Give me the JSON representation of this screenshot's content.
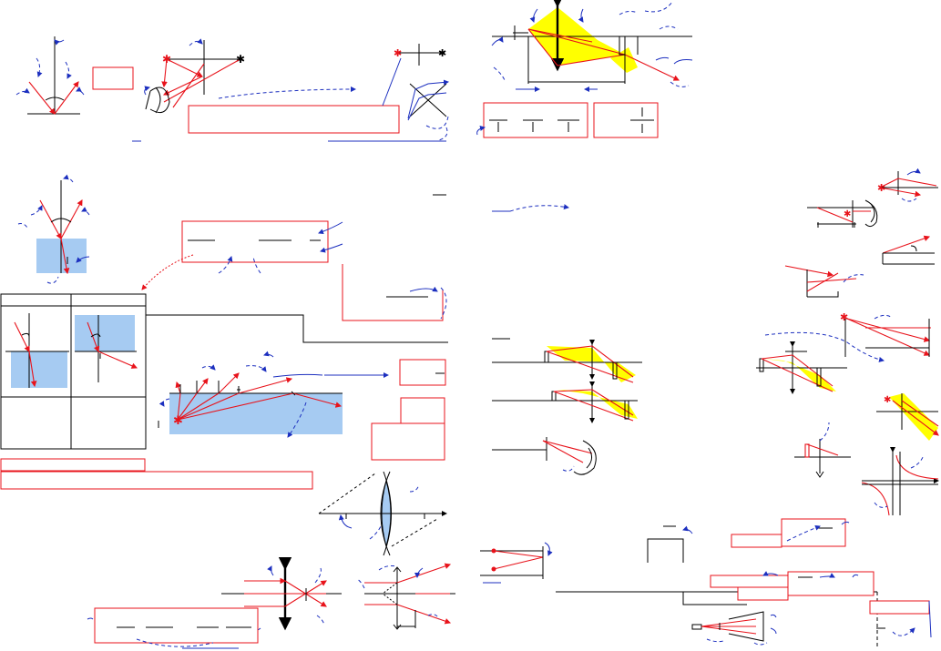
{
  "page": {
    "background": "#ffffff"
  },
  "colors": {
    "ray": "#e8131b",
    "annotation": "#1c2fbf",
    "construction": "#000000",
    "light_cone": "#ffff00",
    "water": "#a6cbf2"
  },
  "panels": [
    "reflection-law",
    "plane-mirror-image",
    "periscope-corner-mirror",
    "lens-ray-cone",
    "refraction-at-water",
    "refraction-table",
    "total-internal-reflection",
    "converging-lens-profile",
    "thin-lens-rays",
    "lens-image-constructions",
    "eye-and-lens",
    "hyperbola-graph",
    "optical-bench"
  ],
  "icons": [
    "eye-icon",
    "point-source-icon",
    "mirror-icon",
    "lens-icon",
    "star-source-icon"
  ]
}
